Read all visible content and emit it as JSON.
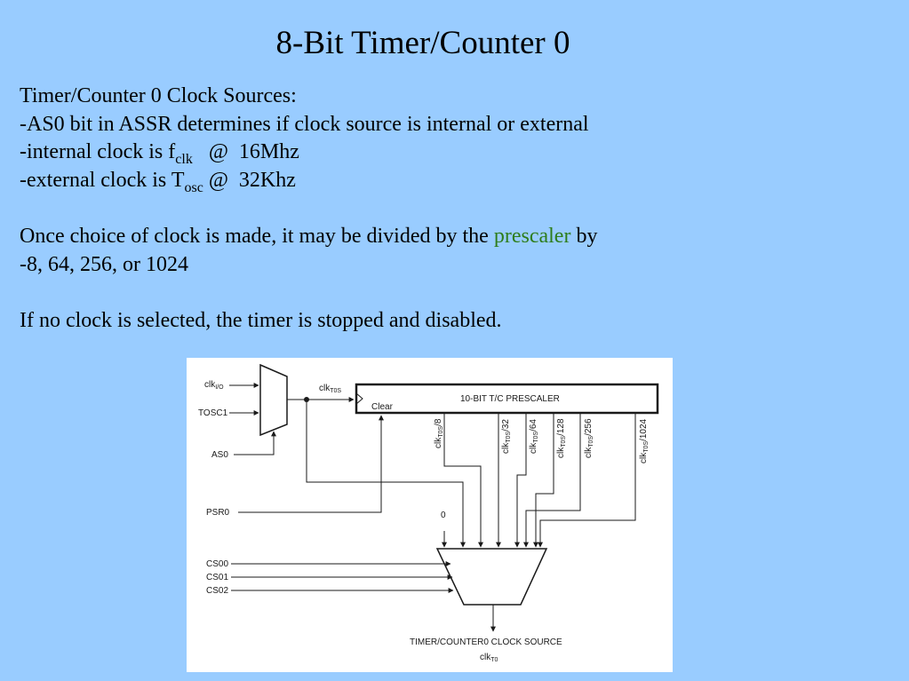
{
  "title": "8-Bit Timer/Counter 0",
  "body": {
    "heading": "Timer/Counter 0 Clock Sources:",
    "as0_line": "-AS0 bit in ASSR determines if clock source is internal or external",
    "internal": {
      "prefix": "-internal clock is f",
      "sub": "clk",
      "suffix": "   @  16Mhz"
    },
    "external": {
      "prefix": "-external clock is T",
      "sub": "osc",
      "suffix": " @  32Khz"
    },
    "prescaler_pre": "Once choice of clock is made, it may be divided by the ",
    "prescaler_word": "prescaler",
    "prescaler_post": " by",
    "divisors": "-8, 64, 256, or 1024",
    "stopped": "If no clock is selected, the timer is stopped and disabled.",
    "highlight_color": "#2e7d1a"
  },
  "diagram": {
    "inputs": {
      "clk_io": {
        "main": "clk",
        "sub": "I/O"
      },
      "tosc1": "TOSC1",
      "as0": "AS0",
      "psr0": "PSR0",
      "cs00": "CS00",
      "cs01": "CS01",
      "cs02": "CS02",
      "zero": "0"
    },
    "clk_tos": {
      "main": "clk",
      "sub": "T0S"
    },
    "prescaler_label": "10-BIT T/C PRESCALER",
    "clear_label": "Clear",
    "taps": [
      {
        "main": "clk",
        "sub": "T0S",
        "suffix": "/8"
      },
      {
        "main": "clk",
        "sub": "T0S",
        "suffix": "/32"
      },
      {
        "main": "clk",
        "sub": "T0S",
        "suffix": "/64"
      },
      {
        "main": "clk",
        "sub": "T0S",
        "suffix": "/128"
      },
      {
        "main": "clk",
        "sub": "T0S",
        "suffix": "/256"
      },
      {
        "main": "clk",
        "sub": "T0S",
        "suffix": "/1024"
      }
    ],
    "output_label": "TIMER/COUNTER0 CLOCK SOURCE",
    "output_clk": {
      "main": "clk",
      "sub": "T0"
    }
  }
}
